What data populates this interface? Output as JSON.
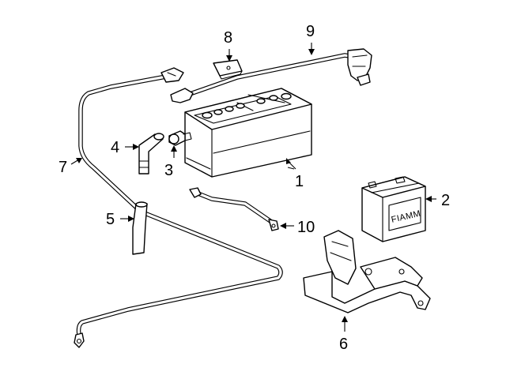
{
  "callouts": [
    {
      "id": "1",
      "label": "1"
    },
    {
      "id": "2",
      "label": "2"
    },
    {
      "id": "3",
      "label": "3"
    },
    {
      "id": "4",
      "label": "4"
    },
    {
      "id": "5",
      "label": "5"
    },
    {
      "id": "6",
      "label": "6"
    },
    {
      "id": "7",
      "label": "7"
    },
    {
      "id": "8",
      "label": "8"
    },
    {
      "id": "9",
      "label": "9"
    },
    {
      "id": "10",
      "label": "10"
    }
  ],
  "battery2_brand": "FIAMM"
}
